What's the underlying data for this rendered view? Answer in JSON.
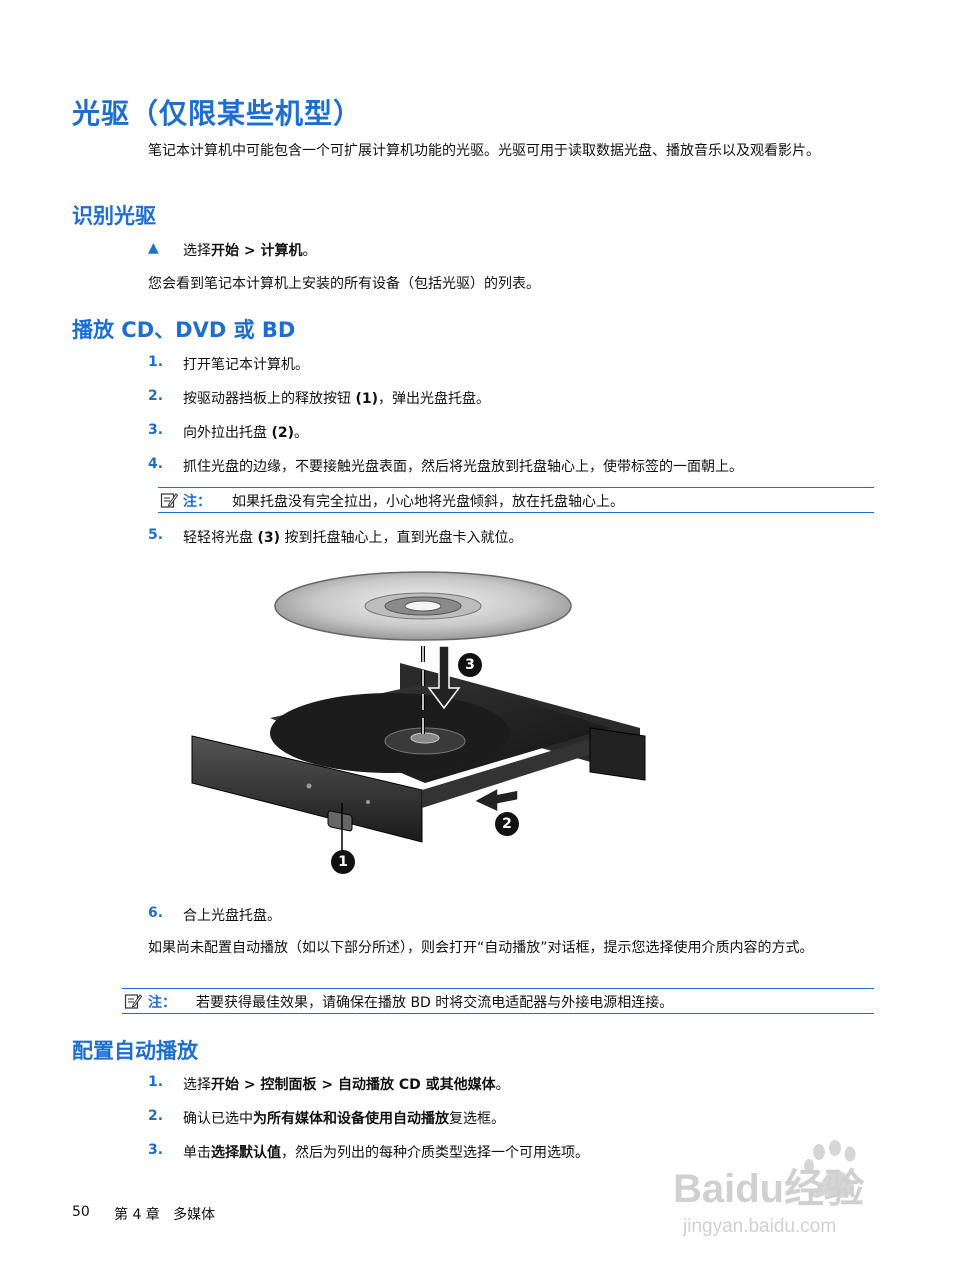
{
  "title": "光驱（仅限某些机型）",
  "intro": "笔记本计算机中可能包含一个可扩展计算机功能的光驱。光驱可用于读取数据光盘、播放音乐以及观看影片。",
  "identify": {
    "heading": "识别光驱",
    "bullet_symbol": "▲",
    "step_prefix": "选择",
    "step_bold": "开始 > 计算机",
    "step_suffix": "。",
    "result": "您会看到笔记本计算机上安装的所有设备（包括光驱）的列表。"
  },
  "play": {
    "heading": "播放 CD、DVD 或 BD",
    "steps": [
      {
        "num": "1.",
        "text": "打开笔记本计算机。"
      },
      {
        "num": "2.",
        "pre": "按驱动器挡板上的释放按钮 ",
        "bold": "(1)",
        "post": "，弹出光盘托盘。"
      },
      {
        "num": "3.",
        "pre": "向外拉出托盘 ",
        "bold": "(2)",
        "post": "。"
      },
      {
        "num": "4.",
        "text": "抓住光盘的边缘，不要接触光盘表面，然后将光盘放到托盘轴心上，使带标签的一面朝上。"
      },
      {
        "num": "5.",
        "pre": "轻轻将光盘 ",
        "bold": "(3)",
        "post": " 按到托盘轴心上，直到光盘卡入就位。"
      },
      {
        "num": "6.",
        "text": "合上光盘托盘。"
      }
    ],
    "note1_label": "注：",
    "note1_text": "如果托盘没有完全拉出，小心地将光盘倾斜，放在托盘轴心上。",
    "callouts": [
      "1",
      "2",
      "3"
    ],
    "autoplay_text": "如果尚未配置自动播放（如以下部分所述），则会打开“自动播放”对话框，提示您选择使用介质内容的方式。",
    "note2_label": "注：",
    "note2_text": "若要获得最佳效果，请确保在播放 BD 时将交流电适配器与外接电源相连接。"
  },
  "autoplay": {
    "heading": "配置自动播放",
    "steps": [
      {
        "num": "1.",
        "pre": "选择",
        "bold": "开始 > 控制面板 > 自动播放 CD 或其他媒体",
        "post": "。"
      },
      {
        "num": "2.",
        "pre": "确认已选中",
        "bold": "为所有媒体和设备使用自动播放",
        "post": "复选框。"
      },
      {
        "num": "3.",
        "pre": "单击",
        "bold": "选择默认值",
        "post": "，然后为列出的每种介质类型选择一个可用选项。"
      }
    ]
  },
  "footer": {
    "page_number": "50",
    "chapter": "第 4 章   多媒体"
  },
  "watermark": {
    "brand": "Baidu经验",
    "url": "jingyan.baidu.com"
  },
  "colors": {
    "accent": "#1c6fd1"
  }
}
